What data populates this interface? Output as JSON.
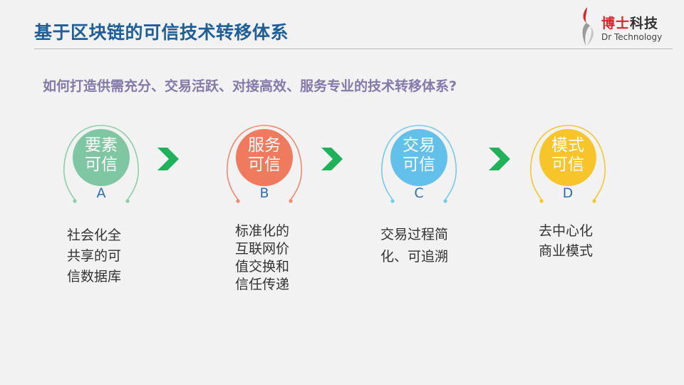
{
  "header": {
    "title": "基于区块链的可信技术转移体系",
    "logo_cn_red": "博士",
    "logo_cn_dark": "科技",
    "logo_en": "Dr Technology"
  },
  "question": "如何打造供需充分、交易活跃、对接高效、服务专业的技术转移体系?",
  "steps": [
    {
      "line1": "要素",
      "line2": "可信",
      "letter": "A",
      "color": "#7fc7a2",
      "ring": "#8ccfaa",
      "desc": [
        "社会化全",
        "共享的可",
        "信数据库"
      ]
    },
    {
      "line1": "服务",
      "line2": "可信",
      "letter": "B",
      "color": "#ef7a5e",
      "ring": "#f08a6d",
      "desc": [
        "标准化的",
        "互联网价",
        "值交换和",
        "信任传递"
      ]
    },
    {
      "line1": "交易",
      "line2": "可信",
      "letter": "C",
      "color": "#63c0ea",
      "ring": "#75c9ee",
      "desc": [
        "交易过程简",
        "化、可追溯"
      ]
    },
    {
      "line1": "模式",
      "line2": "可信",
      "letter": "D",
      "color": "#f7c52a",
      "ring": "#f6c62e",
      "desc": [
        "去中心化",
        "商业模式"
      ]
    }
  ],
  "colors": {
    "title": "#1f5f99",
    "question": "#8479a9",
    "chevron": "#1fb25a",
    "letter": "#2f6fb0"
  }
}
